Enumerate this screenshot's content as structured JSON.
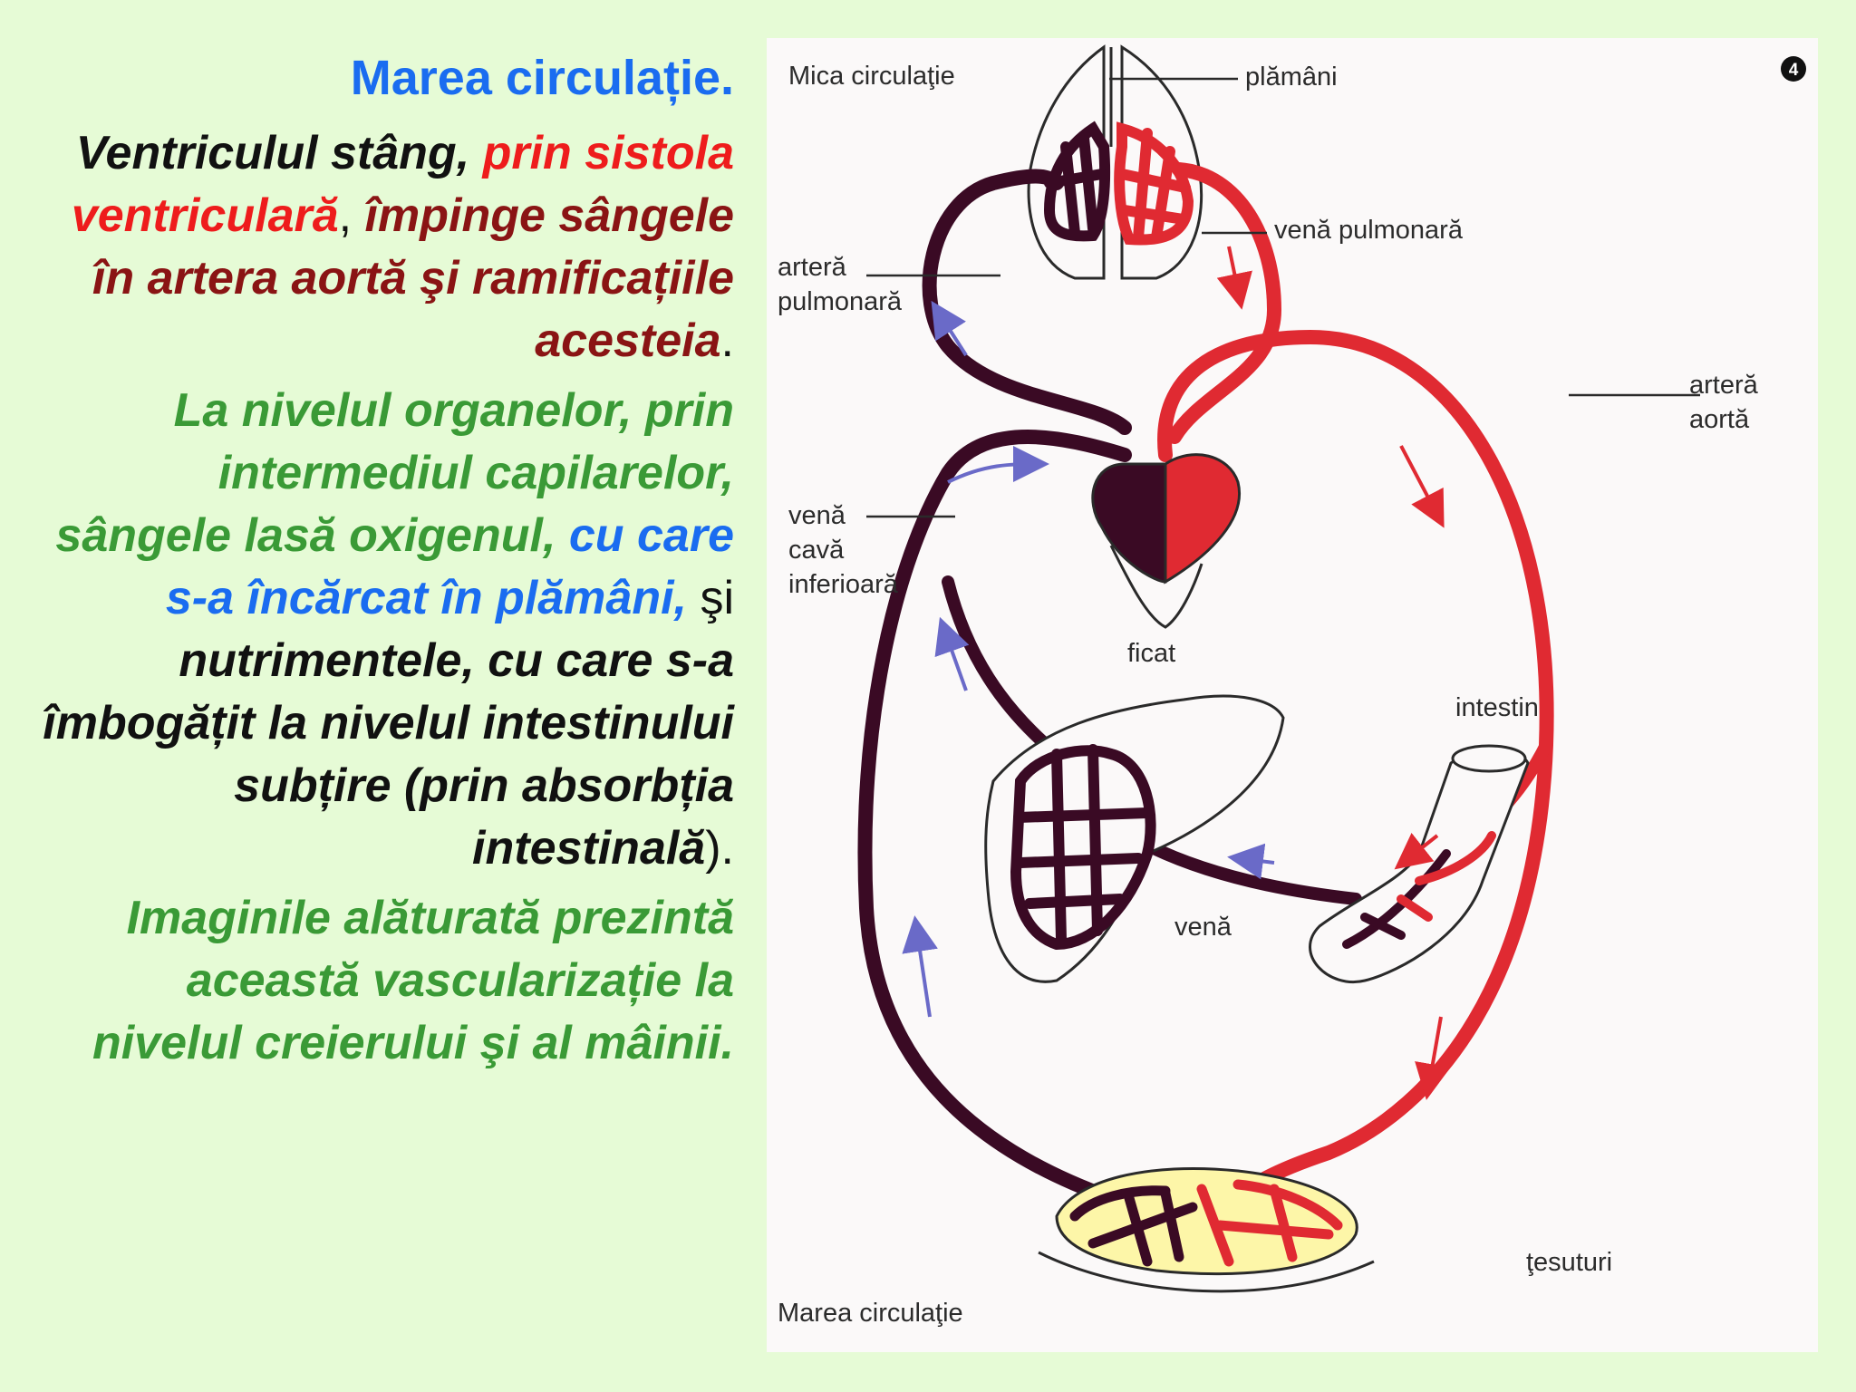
{
  "text": {
    "heading": "Marea circulație",
    "heading_dot": ".",
    "p1": {
      "a": "Ventriculul stâng, ",
      "b": "prin sistola ventriculară",
      "c": ",",
      "d": "împinge sângele în artera aortă şi ramificațiile acesteia",
      "e": "."
    },
    "p2": {
      "a": "La nivelul organelor, prin intermediul capilarelor, sângele lasă oxigenul, ",
      "b": "cu care s-a încărcat în plămâni,",
      "c": " şi ",
      "d": "nutrimentele, cu care s-a îmbogățit la nivelul intestinului subțire (prin absorbția intestinală",
      "e": ")."
    },
    "p3": "Imaginile alăturată prezintă această vascularizație la nivelul creierului şi al mâinii."
  },
  "diagram": {
    "title_top": "Mica circulaţie",
    "title_bottom": "Marea circulaţie",
    "badge": "4",
    "labels": {
      "plamani": "plămâni",
      "vena_pulmonara": "venă pulmonară",
      "artera_pulmonara_1": "arteră",
      "artera_pulmonara_2": "pulmonară",
      "artera_aorta_1": "arteră",
      "artera_aorta_2": "aortă",
      "vena_cava_1": "venă",
      "vena_cava_2": "cavă",
      "vena_cava_3": "inferioară",
      "ficat": "ficat",
      "intestin": "intestin",
      "vena": "venă",
      "tesuturi": "ţesuturi"
    },
    "colors": {
      "oxygenated": "#e02a32",
      "deoxygenated": "#3a0a24",
      "outline": "#2a2a2a",
      "arrow_blue": "#6a6ac8"
    }
  }
}
